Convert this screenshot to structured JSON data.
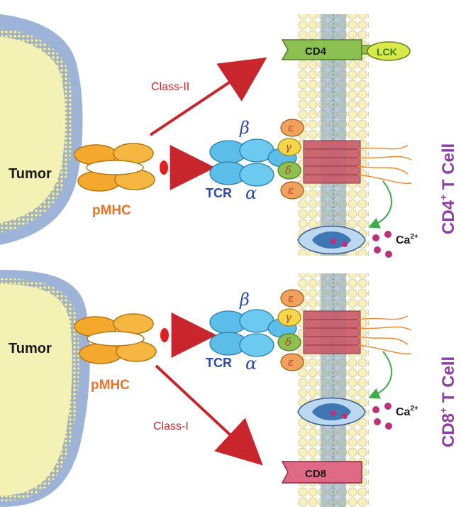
{
  "top_panel": {
    "tumor_label": "Tumor",
    "pmhc_label": "pMHC",
    "class_label": "Class-II",
    "tcr_label": "TCR",
    "alpha": "α",
    "beta": "β",
    "coreceptor_label": "CD4",
    "kinase_label": "LCK",
    "ion_label": "Ca",
    "ion_charge": "2+",
    "cell_label_prefix": "CD4",
    "cell_label_sup": "+",
    "cell_label_suffix": " T Cell",
    "cd3_chains": [
      "ε",
      "γ",
      "δ",
      "ε"
    ]
  },
  "bottom_panel": {
    "tumor_label": "Tumor",
    "pmhc_label": "pMHC",
    "class_label": "Class-I",
    "tcr_label": "TCR",
    "alpha": "α",
    "beta": "β",
    "coreceptor_label": "CD8",
    "ion_label": "Ca",
    "ion_charge": "2+",
    "cell_label_prefix": "CD8",
    "cell_label_sup": "+",
    "cell_label_suffix": " T Cell",
    "cd3_chains": [
      "ε",
      "γ",
      "δ",
      "ε"
    ]
  },
  "colors": {
    "tumor_fill": "#f3f1b4",
    "tumor_edge": "#8ea6cf",
    "pmhc": "#f4a82c",
    "arrow": "#c8262c",
    "tcr": "#5cbde8",
    "membrane": "#f6efb8",
    "cd4": "#8cc152",
    "lck": "#d9e84a",
    "cd8": "#e06a86",
    "channel": "#bcd7f0",
    "ion": "#c0307a",
    "cell_label": "#8e3fa6"
  }
}
